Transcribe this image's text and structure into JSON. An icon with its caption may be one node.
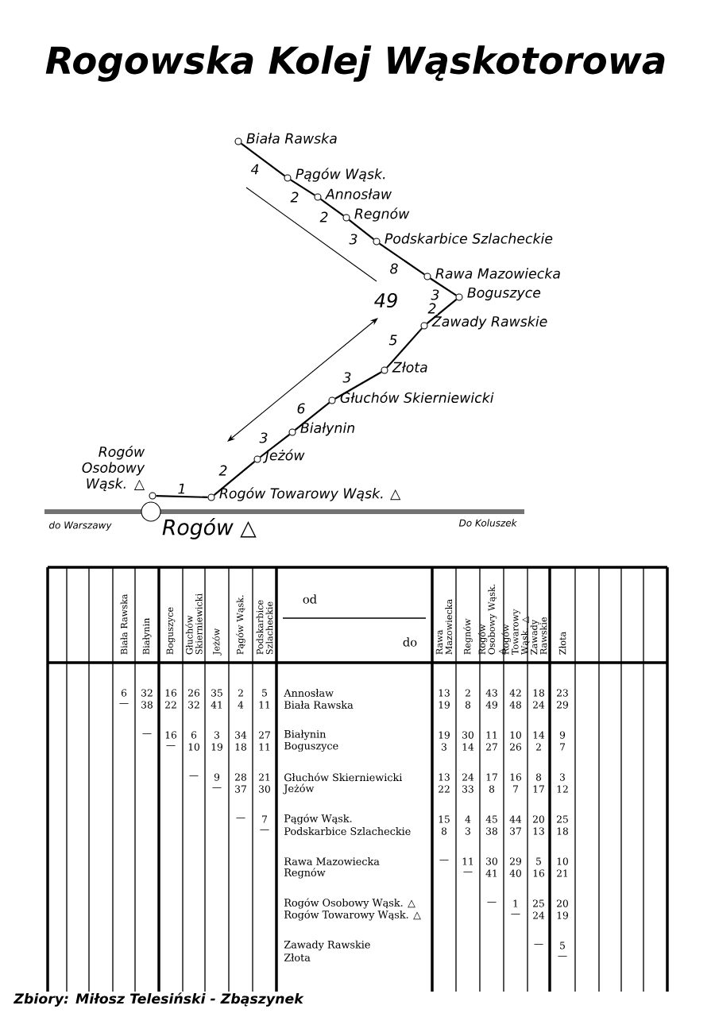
{
  "diagram": {
    "title": "Rogowska Kolej Wąskotorowa",
    "nodes": [
      {
        "text": [],
        "shape": "circle",
        "beside": [
          "Biała Rawska"
        ]
      },
      {
        "text": [],
        "shape": "circle",
        "beside": [
          "Pągów Wąsk."
        ]
      },
      {
        "text": [],
        "shape": "circle",
        "beside": [
          "Annosław"
        ]
      },
      {
        "text": [],
        "shape": "circle",
        "beside": [
          "Regnów"
        ]
      },
      {
        "text": [],
        "shape": "circle",
        "beside": [
          "Podskarbice Szlacheckie"
        ]
      },
      {
        "text": [],
        "shape": "circle",
        "beside": [
          "Rawa Mazowiecka"
        ]
      },
      {
        "text": [],
        "shape": "circle",
        "beside": [
          "Boguszyce"
        ]
      },
      {
        "text": [],
        "shape": "circle",
        "beside": [
          "Zawady Rawskie"
        ]
      },
      {
        "text": [],
        "shape": "circle",
        "beside": [
          "Złota"
        ]
      },
      {
        "text": [],
        "shape": "circle",
        "beside": [
          "Głuchów Skierniewicki"
        ]
      },
      {
        "text": [],
        "shape": "circle",
        "beside": [
          "Białynin"
        ]
      },
      {
        "text": [],
        "shape": "circle",
        "beside": [
          "Jeżów"
        ]
      },
      {
        "text": [],
        "shape": "circle",
        "beside": [
          "Rogów Towarowy Wąsk. △"
        ]
      },
      {
        "text": [],
        "shape": "circle",
        "beside": [
          "Rogów Osobowy Wąsk. △"
        ]
      },
      {
        "text": [],
        "shape": "circle",
        "beside": [
          "Rogów △"
        ]
      }
    ],
    "edges": [
      {
        "from": 0,
        "to": 1,
        "arrow": "none",
        "label": "4"
      },
      {
        "from": 1,
        "to": 2,
        "arrow": "none",
        "label": "2"
      },
      {
        "from": 2,
        "to": 3,
        "arrow": "none",
        "label": "2"
      },
      {
        "from": 3,
        "to": 4,
        "arrow": "none",
        "label": "3"
      },
      {
        "from": 4,
        "to": 5,
        "arrow": "none",
        "label": "8"
      },
      {
        "from": 5,
        "to": 6,
        "arrow": "none",
        "label": "3"
      },
      {
        "from": 6,
        "to": 7,
        "arrow": "none",
        "label": "2"
      },
      {
        "from": 7,
        "to": 8,
        "arrow": "none",
        "label": "5"
      },
      {
        "from": 8,
        "to": 9,
        "arrow": "none",
        "label": "3"
      },
      {
        "from": 9,
        "to": 10,
        "arrow": "none",
        "label": "6"
      },
      {
        "from": 10,
        "to": 11,
        "arrow": "none",
        "label": "3"
      },
      {
        "from": 11,
        "to": 12,
        "arrow": "none",
        "label": "2"
      },
      {
        "from": 12,
        "to": 13,
        "arrow": "none",
        "label": "1"
      }
    ],
    "labels": [
      "49",
      "do Warszawy",
      "Do Koluszek",
      "od",
      "do",
      "Biała Rawska",
      "Białynin",
      "Boguszyce",
      "Głuchów Skierniewicki",
      "Jeżów",
      "Pągów Wąsk.",
      "Podskarbice Szlacheckie",
      "Rawa Mazowiecka",
      "Regnów",
      "Rogów Osobowy Wąsk. △",
      "Rogów Towarowy Wąsk. △",
      "Zawady Rawskie",
      "Złota",
      "6",
      "32",
      "16",
      "26",
      "35",
      "2",
      "5",
      "Annosław",
      "13",
      "2",
      "43",
      "42",
      "18",
      "23",
      "—",
      "38",
      "22",
      "32",
      "41",
      "4",
      "11",
      "Biała Rawska",
      "19",
      "8",
      "49",
      "48",
      "24",
      "29",
      "—",
      "16",
      "6",
      "3",
      "34",
      "27",
      "Białynin",
      "19",
      "30",
      "11",
      "10",
      "14",
      "9",
      "—",
      "10",
      "19",
      "18",
      "11",
      "Boguszyce",
      "3",
      "14",
      "27",
      "26",
      "2",
      "7",
      "—",
      "9",
      "28",
      "21",
      "Głuchów Skierniewicki",
      "13",
      "24",
      "17",
      "16",
      "8",
      "3",
      "—",
      "37",
      "30",
      "Jeżów",
      "22",
      "33",
      "8",
      "7",
      "17",
      "12",
      "—",
      "7",
      "Pągów Wąsk.",
      "15",
      "4",
      "45",
      "44",
      "20",
      "25",
      "—",
      "Podskarbice Szlacheckie",
      "8",
      "3",
      "38",
      "37",
      "13",
      "18",
      "Rawa Mazowiecka",
      "—",
      "11",
      "30",
      "29",
      "5",
      "10",
      "Regnów",
      "—",
      "41",
      "40",
      "16",
      "21",
      "Rogów Osobowy Wąsk. △",
      "—",
      "1",
      "25",
      "20",
      "Rogów Towarowy Wąsk. △",
      "—",
      "24",
      "19",
      "Zawady Rawskie",
      "—",
      "5",
      "Złota",
      "—",
      "Zbiory: Miłosz Telesiński - Zbąszynek"
    ]
  }
}
